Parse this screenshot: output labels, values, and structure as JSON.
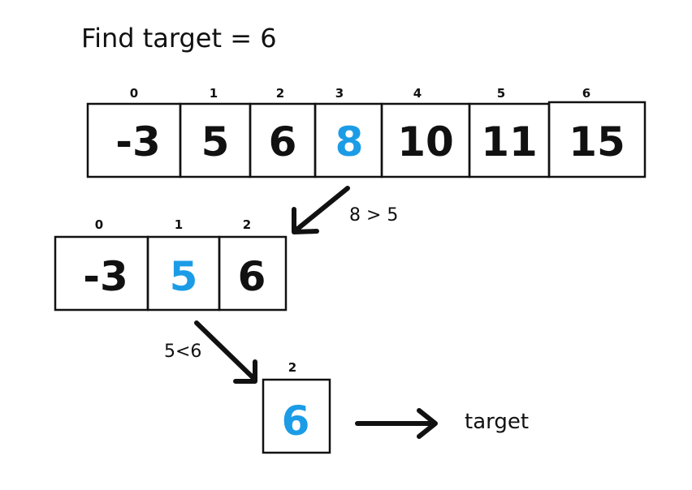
{
  "title": "Find target = 6",
  "colors": {
    "highlight": "#1c9ce6",
    "ink": "#111111"
  },
  "rows": [
    {
      "indices": [
        "0",
        "1",
        "2",
        "3",
        "4",
        "5",
        "6"
      ],
      "values": [
        "-3",
        "5",
        "6",
        "8",
        "10",
        "11",
        "15"
      ],
      "highlight": 3
    },
    {
      "indices": [
        "0",
        "1",
        "2"
      ],
      "values": [
        "-3",
        "5",
        "6"
      ],
      "highlight": 1
    },
    {
      "indices": [
        "2"
      ],
      "values": [
        "6"
      ],
      "highlight": 0
    }
  ],
  "comparisons": [
    "8 > 5",
    "5<6"
  ],
  "result_label": "target"
}
